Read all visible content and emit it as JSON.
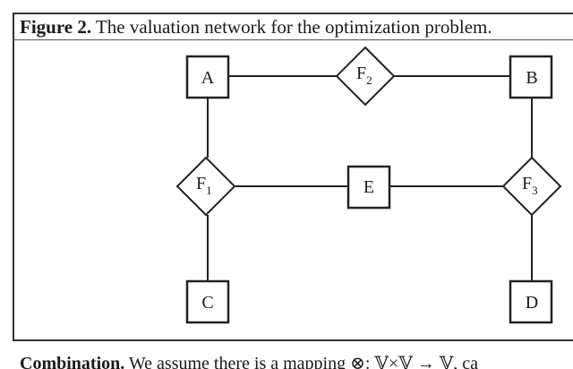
{
  "caption": {
    "label": "Figure 2.",
    "text": "The valuation network for the optimization problem."
  },
  "nodes": {
    "A": {
      "label": "A",
      "kind": "variable"
    },
    "B": {
      "label": "B",
      "kind": "variable"
    },
    "C": {
      "label": "C",
      "kind": "variable"
    },
    "D": {
      "label": "D",
      "kind": "variable"
    },
    "E": {
      "label": "E",
      "kind": "variable"
    },
    "F1": {
      "base": "F",
      "sub": "1",
      "kind": "valuation"
    },
    "F2": {
      "base": "F",
      "sub": "2",
      "kind": "valuation"
    },
    "F3": {
      "base": "F",
      "sub": "3",
      "kind": "valuation"
    }
  },
  "body_text": {
    "run_in": "Combination.",
    "text": "We assume there is a mapping ⊗: 𝕍×𝕍 → 𝕍, ca"
  }
}
